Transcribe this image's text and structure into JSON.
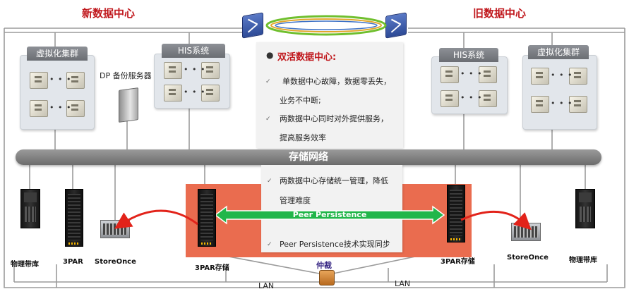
{
  "titles": {
    "new_dc": "新数据中心",
    "old_dc": "旧数据中心"
  },
  "new_dc": {
    "virtual_cluster": "虚拟化集群",
    "his": "HIS系统",
    "dp_backup": "DP 备份服务器"
  },
  "old_dc": {
    "his": "HIS系统",
    "virtual_cluster": "虚拟化集群"
  },
  "storage_network": "存储网络",
  "info_top": {
    "heading": "双活数据中心:",
    "line1": "单数据中心故障，数据零丢失，",
    "line2": "业务不中断;",
    "line3": "两数据中心同时对外提供服务，",
    "line4": "提高服务效率"
  },
  "info_bottom": {
    "line1": "两数据中心存储统一管理，降低",
    "line2": "管理难度",
    "line3": "Peer Persistence技术实现同步"
  },
  "peer_persistence": "Peer Persistence",
  "devices": {
    "left_tape": "物理带库",
    "left_3par": "3PAR",
    "left_storeonce": "StoreOnce",
    "left_3par_storage": "3PAR存储",
    "right_3par_storage": "3PAR存储",
    "right_storeonce": "StoreOnce",
    "right_tape": "物理带库"
  },
  "arbiter": "仲裁",
  "lan_left": "LAN",
  "lan_right": "LAN",
  "colors": {
    "title_red": "#c0171c",
    "peer_green": "#21b64a",
    "highlight_orange": "#ea6c4f",
    "network_gray": "#7f7f7f"
  }
}
